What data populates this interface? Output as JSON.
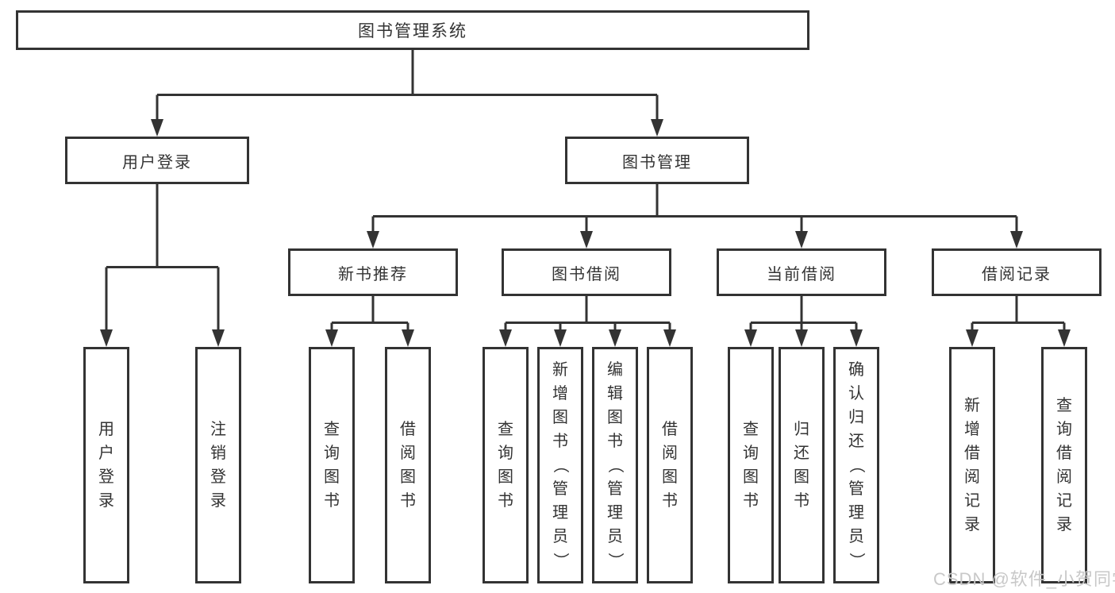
{
  "diagram": {
    "root": {
      "label": "图书管理系统"
    },
    "branches": [
      {
        "label": "用户登录",
        "children": [
          {
            "label": "用户登录"
          },
          {
            "label": "注销登录"
          }
        ]
      },
      {
        "label": "图书管理",
        "children": [
          {
            "label": "新书推荐",
            "children": [
              {
                "label": "查询图书"
              },
              {
                "label": "借阅图书"
              }
            ]
          },
          {
            "label": "图书借阅",
            "children": [
              {
                "label": "查询图书"
              },
              {
                "label": "新增图书（管理员）"
              },
              {
                "label": "编辑图书（管理员）"
              },
              {
                "label": "借阅图书"
              }
            ]
          },
          {
            "label": "当前借阅",
            "children": [
              {
                "label": "查询图书"
              },
              {
                "label": "归还图书"
              },
              {
                "label": "确认归还（管理员）"
              }
            ]
          },
          {
            "label": "借阅记录",
            "children": [
              {
                "label": "新增借阅记录"
              },
              {
                "label": "查询借阅记录"
              }
            ]
          }
        ]
      }
    ]
  },
  "watermark": {
    "text": "CSDN @软件_小贺同学"
  },
  "colors": {
    "line": "#333333",
    "text": "#333333",
    "background": "#ffffff",
    "watermark": "#c8c8c8"
  }
}
